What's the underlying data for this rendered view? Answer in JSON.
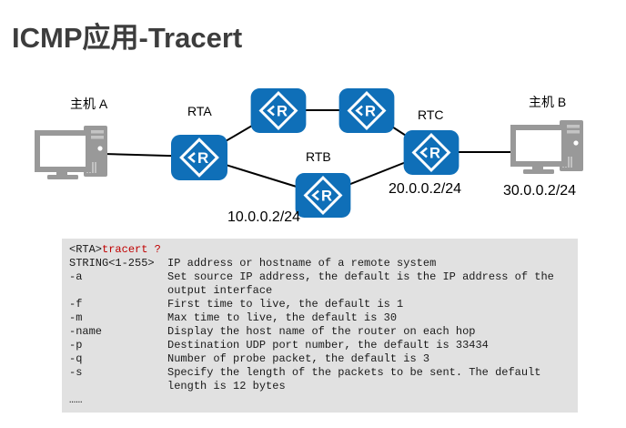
{
  "header": {
    "title": "ICMP应用-Tracert"
  },
  "colors": {
    "title_gray": "#3d3d3d",
    "router_blue": "#0f6fb8",
    "device_gray": "#999999",
    "link_black": "#000000",
    "console_bg": "#e1e1e1",
    "console_text": "#1a1a1a",
    "command_red": "#c00000"
  },
  "diagram": {
    "router_symbol": "R",
    "hosts": {
      "a": {
        "label": "主机 A"
      },
      "b": {
        "label": "主机 B",
        "ip": "30.0.0.2/24"
      }
    },
    "routers": {
      "rta": {
        "label": "RTA"
      },
      "rtb": {
        "label": "RTB",
        "ip": "10.0.0.2/24"
      },
      "rtc": {
        "label": "RTC",
        "ip": "20.0.0.2/24"
      }
    }
  },
  "console": {
    "prompt": "<RTA>",
    "command": "tracert ?",
    "body": "STRING<1-255>  IP address or hostname of a remote system\n-a             Set source IP address, the default is the IP address of the\n               output interface\n-f             First time to live, the default is 1\n-m             Max time to live, the default is 30\n-name          Display the host name of the router on each hop\n-p             Destination UDP port number, the default is 33434\n-q             Number of probe packet, the default is 3\n-s             Specify the length of the packets to be sent. The default\n               length is 12 bytes\n……"
  }
}
